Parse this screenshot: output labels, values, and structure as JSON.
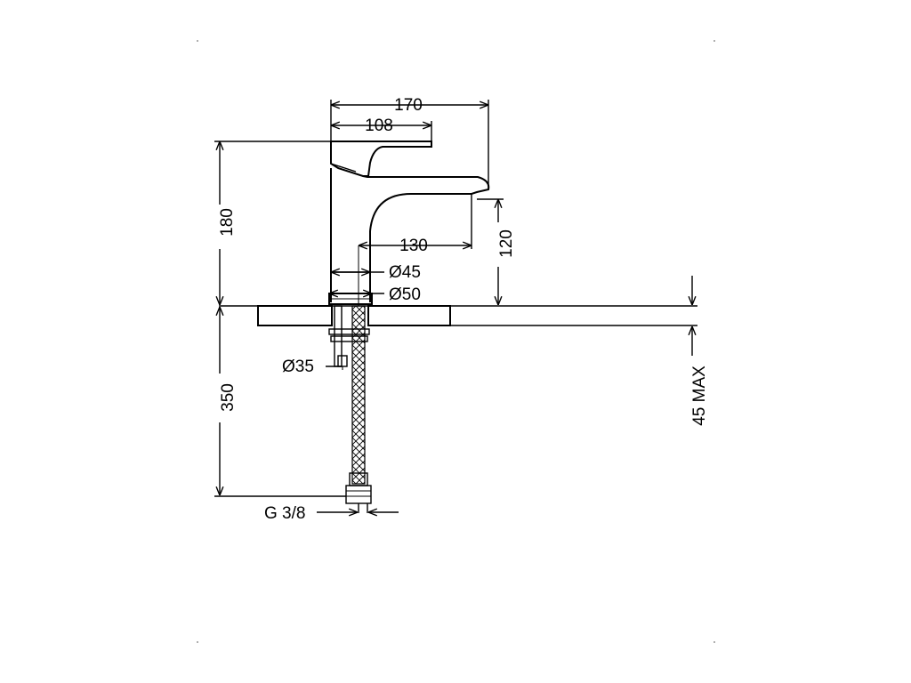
{
  "dimensions": {
    "width_total": "170",
    "handle_length": "108",
    "height_total": "180",
    "spout_reach": "130",
    "spout_height": "120",
    "body_diameter": "Ø45",
    "base_diameter": "Ø50",
    "shank_diameter": "Ø35",
    "hose_length": "350",
    "counter_thickness": "45 MAX",
    "thread_size": "G 3/8"
  },
  "colors": {
    "line": "#000000",
    "background": "#ffffff"
  }
}
